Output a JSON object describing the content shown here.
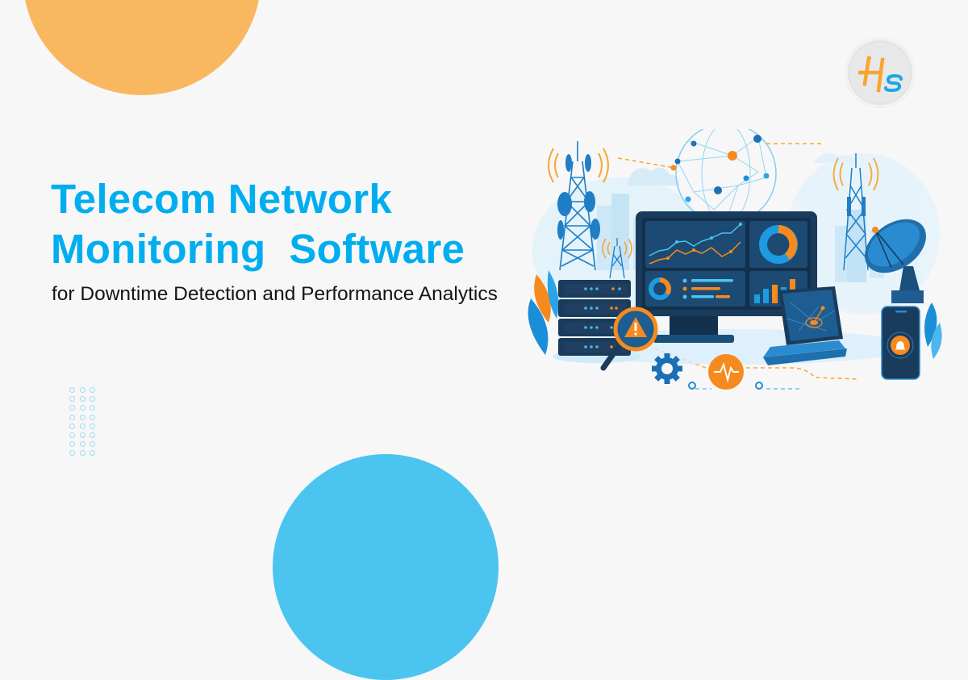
{
  "hero": {
    "title_line1": "Telecom Network",
    "title_line2": "Monitoring  Software",
    "subtitle": "for Downtime Detection and Performance Analytics"
  },
  "brand": {
    "logo_text": "Hs",
    "logo_letter_primary": "H",
    "logo_letter_secondary": "s",
    "colors": {
      "primary_blue": "#00aef0",
      "accent_orange": "#f7a531",
      "orange_decor": "#f9b85f",
      "blue_decor": "#4bc4f0",
      "dark_navy": "#1a3c5c",
      "background": "#f7f7f7",
      "text": "#141414"
    }
  },
  "illustration": {
    "elements": [
      "cell-tower-left",
      "cell-tower-small",
      "network-globe",
      "dashboard-monitor",
      "line-chart",
      "donut-chart",
      "bar-chart",
      "server-rack",
      "magnifier-alert",
      "gear",
      "heartbeat-pulse",
      "laptop-map",
      "smartphone-alarm",
      "satellite-dish",
      "cell-tower-right"
    ]
  }
}
